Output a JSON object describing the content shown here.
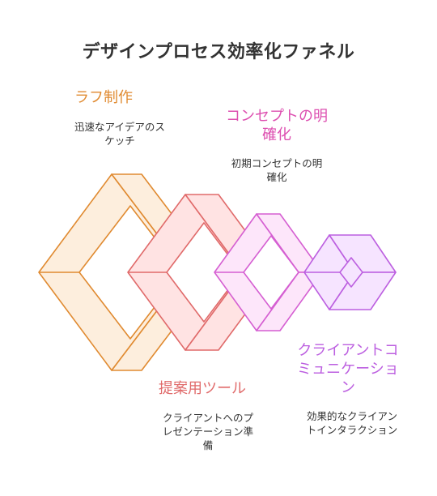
{
  "title": "デザインプロセス効率化ファネル",
  "stages": [
    {
      "label": "ラフ制作",
      "description": "迅速なアイデアのスケッチ",
      "color": "#E08A30",
      "fill": "#FDEEDD"
    },
    {
      "label": "コンセプトの明確化",
      "description": "初期コンセプトの明確化",
      "color": "#E0A0A0",
      "fill": "#FFDCDC"
    },
    {
      "label": "提案用ツール",
      "description": "クライアントへのプレゼンテーション準備",
      "color": "#E06A6A",
      "fill": "#FFE3E3"
    },
    {
      "label": "クライアントコミュニケーション",
      "description": "効果的なクライアントインタラクション",
      "color": "#C070E0",
      "fill": "#F8E6FF"
    }
  ],
  "text": {
    "stage1_label": "ラフ制作",
    "stage1_desc_l1": "迅速なアイデアのス",
    "stage1_desc_l2": "ケッチ",
    "stage2_label_l1": "コンセプトの明",
    "stage2_label_l2": "確化",
    "stage2_desc_l1": "初期コンセプトの明",
    "stage2_desc_l2": "確化",
    "stage3_label": "提案用ツール",
    "stage3_desc_l1": "クライアントへのプ",
    "stage3_desc_l2": "レゼンテーション準",
    "stage3_desc_l3": "備",
    "stage4_label_l1": "クライアントコ",
    "stage4_label_l2": "ミュニケーショ",
    "stage4_label_l3": "ン",
    "stage4_desc_l1": "効果的なクライアン",
    "stage4_desc_l2": "トインタラクション"
  }
}
